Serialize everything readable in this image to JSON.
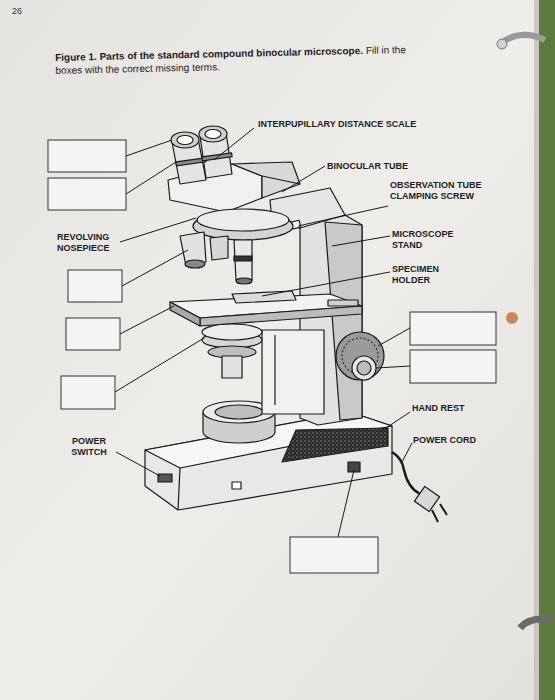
{
  "diagram": {
    "title": "Figure 1. Parts of the standard compound binocular microscope.",
    "labels": [
      "26",
      "Fill in the boxes with the correct missing terms.",
      "INTERPUPILLARY DISTANCE SCALE",
      "BINOCULAR TUBE",
      "OBSERVATION TUBE CLAMPING SCREW",
      "REVOLVING NOSEPIECE",
      "MICROSCOPE STAND",
      "SPECIMEN HOLDER",
      "HAND REST",
      "POWER SWITCH",
      "POWER CORD"
    ]
  }
}
